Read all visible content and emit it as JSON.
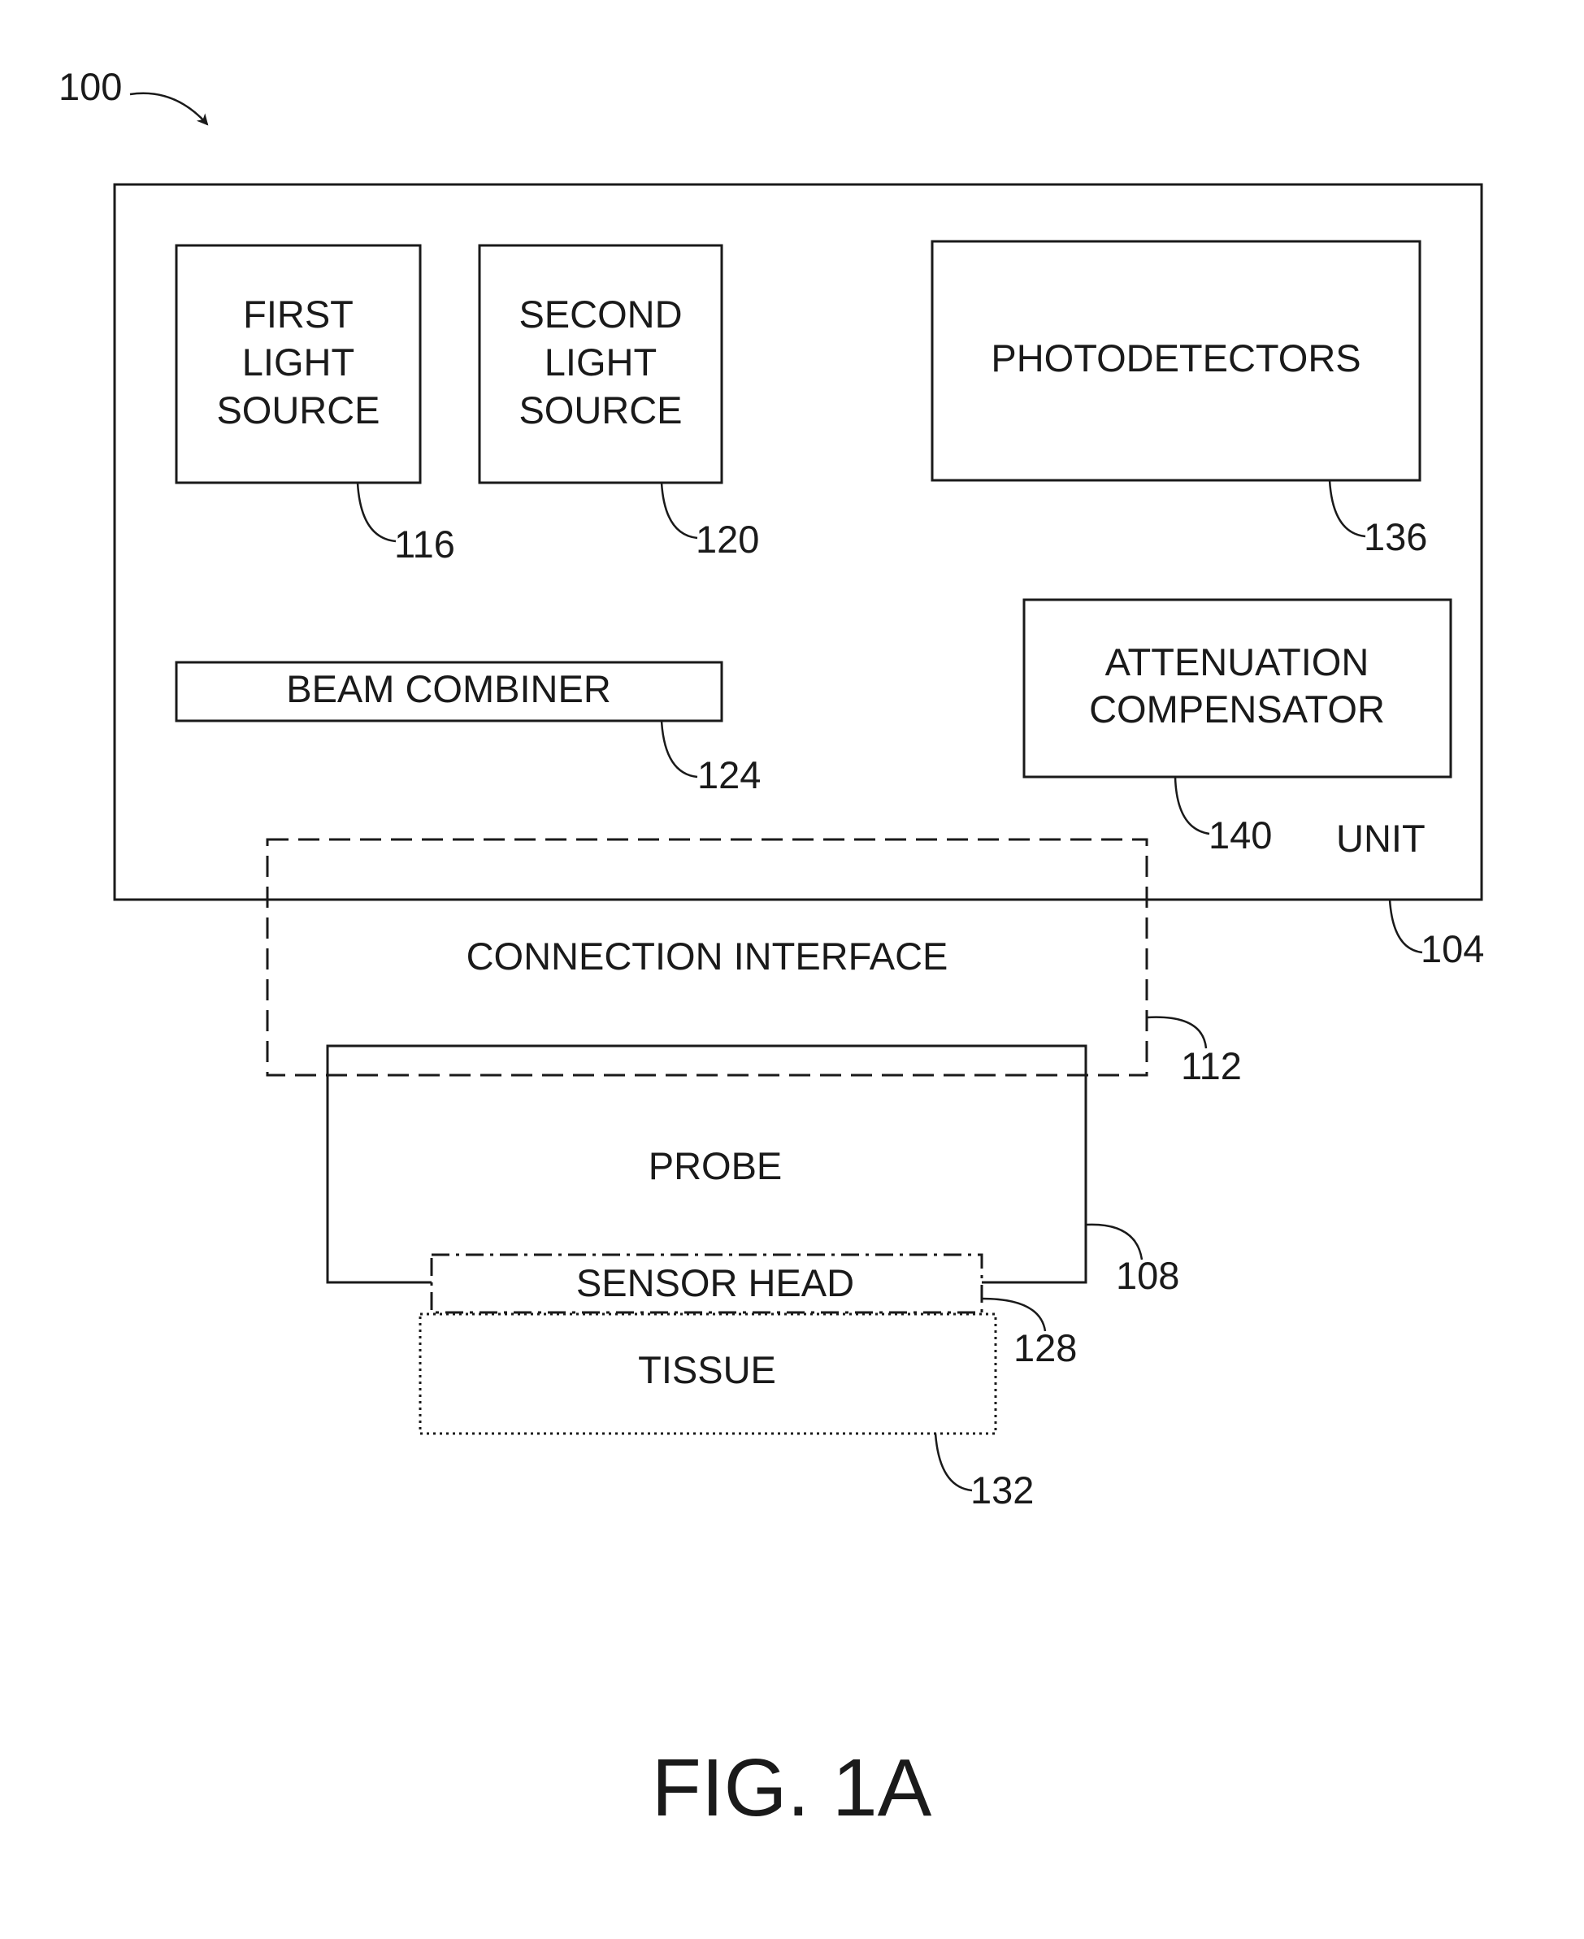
{
  "figure": {
    "ref_overall": "100",
    "caption": "FIG. 1A"
  },
  "unit": {
    "label": "UNIT",
    "ref": "104"
  },
  "first_light_source": {
    "lines": [
      "FIRST",
      "LIGHT",
      "SOURCE"
    ],
    "ref": "116"
  },
  "second_light_source": {
    "lines": [
      "SECOND",
      "LIGHT",
      "SOURCE"
    ],
    "ref": "120"
  },
  "photodetectors": {
    "label": "PHOTODETECTORS",
    "ref": "136"
  },
  "beam_combiner": {
    "label": "BEAM COMBINER",
    "ref": "124"
  },
  "attenuation_compensator": {
    "lines": [
      "ATTENUATION",
      "COMPENSATOR"
    ],
    "ref": "140"
  },
  "connection_interface": {
    "label": "CONNECTION INTERFACE",
    "ref": "112"
  },
  "probe": {
    "label": "PROBE",
    "ref": "108"
  },
  "sensor_head": {
    "label": "SENSOR HEAD",
    "ref": "128"
  },
  "tissue": {
    "label": "TISSUE",
    "ref": "132"
  }
}
